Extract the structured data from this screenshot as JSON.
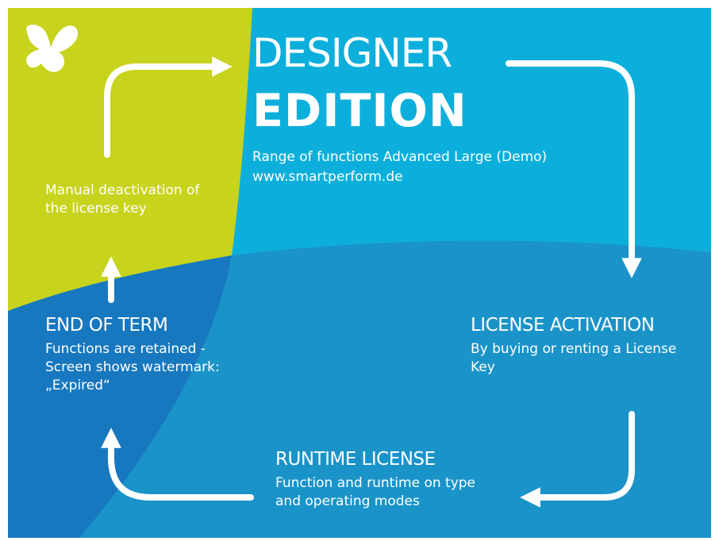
{
  "colors": {
    "lime": "#c8d31d",
    "light_blue": "#0cafdb",
    "mid_blue": "#1a93c9",
    "dark_blue": "#1778bf",
    "text": "#ffffff"
  },
  "logo": {
    "icon": "butterfly-logo-icon"
  },
  "title": {
    "line1": "DESIGNER",
    "line2": "EDITION"
  },
  "subtitle": {
    "range": "Range of functions Advanced Large (Demo)",
    "url": "www.smartperform.de"
  },
  "steps": {
    "manual": {
      "body": [
        "Manual deactivation of",
        "the license key"
      ]
    },
    "license_activation": {
      "heading": "LICENSE ACTIVATION",
      "body": [
        "By buying or renting a License",
        "Key"
      ]
    },
    "runtime_license": {
      "heading": "RUNTIME LICENSE",
      "body": [
        "Function and runtime on type",
        "and operating modes"
      ]
    },
    "end_of_term": {
      "heading": "END OF TERM",
      "body": [
        "Functions are retained -",
        "Screen shows watermark:",
        "„Expired“"
      ]
    }
  },
  "arrows": [
    "arrow-up-right-icon",
    "arrow-right-down-icon",
    "arrow-down-left-icon",
    "arrow-left-up-icon",
    "arrow-up-icon"
  ]
}
